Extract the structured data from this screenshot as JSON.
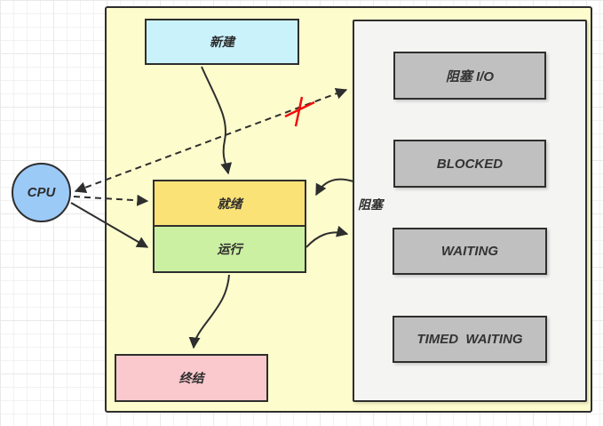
{
  "diagram": {
    "description_colors": {
      "container_fill": "#fdfccd",
      "panel_fill": "#f4f4f3",
      "node_new_fill": "#c9f2fb",
      "node_ready_fill": "#fbe276",
      "node_running_fill": "#ccf0a2",
      "node_terminated_fill": "#f9c9cd",
      "node_cpu_fill": "#9ccaf7",
      "blocked_box_fill": "#c0c0c0",
      "border": "#2e2e2e",
      "cross_out": "#f20c0c",
      "grid_line": "#e9e9e9"
    },
    "nodes": {
      "cpu": {
        "label": "CPU"
      },
      "new": {
        "label": "新建"
      },
      "ready": {
        "label": "就绪"
      },
      "running": {
        "label": "运行"
      },
      "terminated": {
        "label": "终结"
      },
      "blocked_io": {
        "label": "阻塞 I/O"
      },
      "blocked": {
        "label": "BLOCKED"
      },
      "waiting": {
        "label": "WAITING"
      },
      "timed_waiting": {
        "label": "TIMED  WAITING"
      }
    },
    "edge_labels": {
      "block": "阻塞"
    },
    "edges": [
      {
        "from": "new",
        "to": "ready",
        "style": "solid-curve"
      },
      {
        "from": "running",
        "to": "terminated",
        "style": "solid-curve"
      },
      {
        "from": "cpu",
        "to": "ready",
        "style": "dashed"
      },
      {
        "from": "cpu",
        "to": "running",
        "style": "solid"
      },
      {
        "from": "cpu",
        "to": "blocked-panel",
        "style": "dashed",
        "crossed_out": true
      },
      {
        "from": "blocked-panel",
        "to": "ready",
        "style": "solid-curve",
        "label": "阻塞"
      },
      {
        "from": "running",
        "to": "blocked-panel",
        "style": "solid-curve"
      }
    ]
  }
}
